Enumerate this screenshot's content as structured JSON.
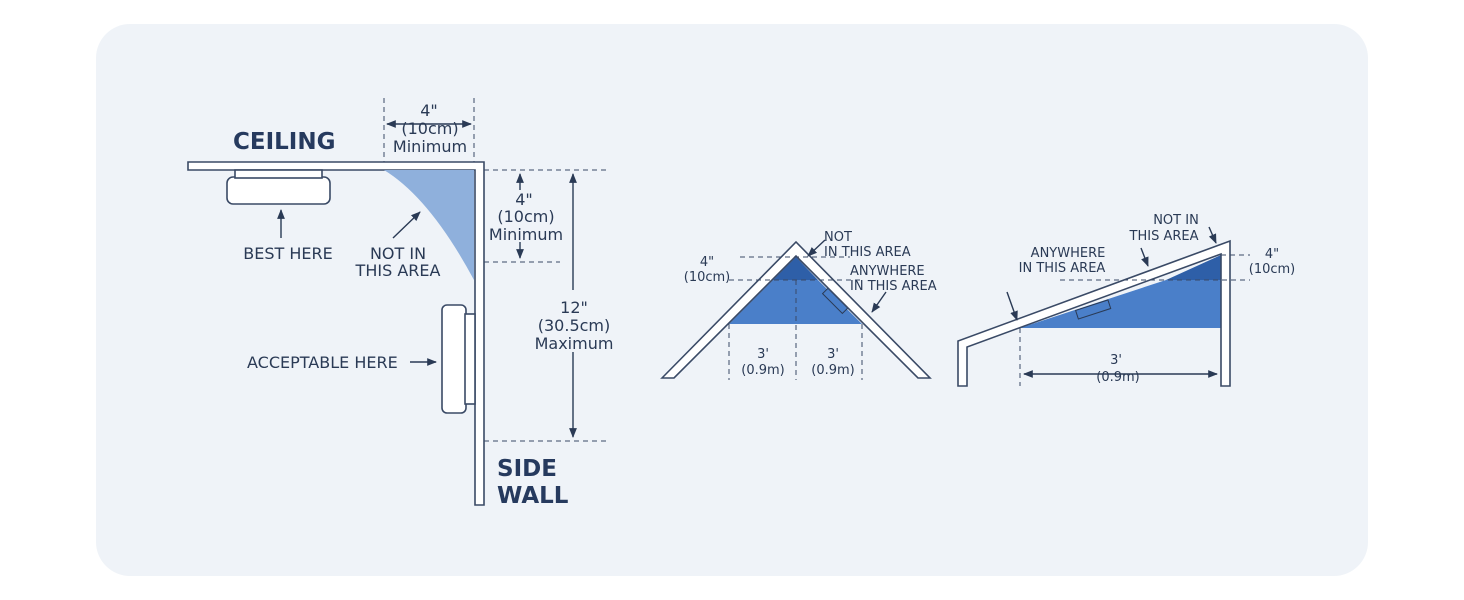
{
  "wall_diagram": {
    "ceiling": "CEILING",
    "side_wall_line1": "SIDE",
    "side_wall_line2": "WALL",
    "best_here": "BEST HERE",
    "not_in_line1": "NOT IN",
    "not_in_line2": "THIS AREA",
    "acceptable_here": "ACCEPTABLE HERE",
    "ceiling_min": {
      "value": "4\"",
      "metric": "(10cm)",
      "note": "Minimum"
    },
    "wall_min": {
      "value": "4\"",
      "metric": "(10cm)",
      "note": "Minimum"
    },
    "wall_max": {
      "value": "12\"",
      "metric": "(30.5cm)",
      "note": "Maximum"
    }
  },
  "peaked_roof": {
    "not_line1": "NOT",
    "not_line2": "IN THIS AREA",
    "anywhere_line1": "ANYWHERE",
    "anywhere_line2": "IN THIS AREA",
    "top": {
      "value": "4\"",
      "metric": "(10cm)"
    },
    "left": {
      "value": "3'",
      "metric": "(0.9m)"
    },
    "right": {
      "value": "3'",
      "metric": "(0.9m)"
    }
  },
  "sloped_roof": {
    "not_in_line1": "NOT IN",
    "not_in_line2": "THIS AREA",
    "anywhere_line1": "ANYWHERE",
    "anywhere_line2": "IN THIS AREA",
    "top": {
      "value": "4\"",
      "metric": "(10cm)"
    },
    "width": {
      "value": "3'",
      "metric": "(0.9m)"
    }
  },
  "colors": {
    "card_bg": "#eff3f8",
    "not_zone_light": "#8fb0dc",
    "not_zone_dark": "#2e5fa8",
    "ok_zone": "#4a7fc9",
    "text": "#2a3a55"
  }
}
